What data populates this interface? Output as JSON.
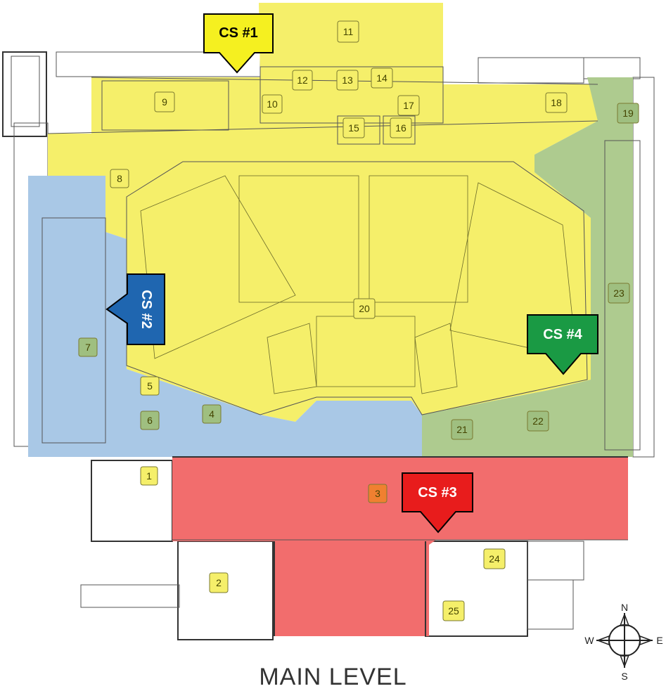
{
  "map": {
    "title": "MAIN LEVEL",
    "zones": [
      {
        "id": "yellow",
        "color": "#f5ef6a"
      },
      {
        "id": "blue",
        "color": "#a9c8e6"
      },
      {
        "id": "red",
        "color": "#f26d6d"
      },
      {
        "id": "green",
        "color": "#aecb8f"
      }
    ],
    "rooms": [
      "1",
      "2",
      "3",
      "4",
      "5",
      "6",
      "7",
      "8",
      "9",
      "10",
      "11",
      "12",
      "13",
      "14",
      "15",
      "16",
      "17",
      "18",
      "19",
      "20",
      "21",
      "22",
      "23",
      "24",
      "25"
    ],
    "callouts": [
      {
        "label": "CS #1",
        "color": "#f5f020",
        "text_color": "#000000"
      },
      {
        "label": "CS #2",
        "color": "#1f66b0",
        "text_color": "#ffffff"
      },
      {
        "label": "CS #3",
        "color": "#e81c1c",
        "text_color": "#ffffff"
      },
      {
        "label": "CS #4",
        "color": "#1a9a44",
        "text_color": "#ffffff"
      }
    ],
    "compass": {
      "n": "N",
      "s": "S",
      "e": "E",
      "w": "W",
      "icon": "compass-rose-icon"
    }
  }
}
